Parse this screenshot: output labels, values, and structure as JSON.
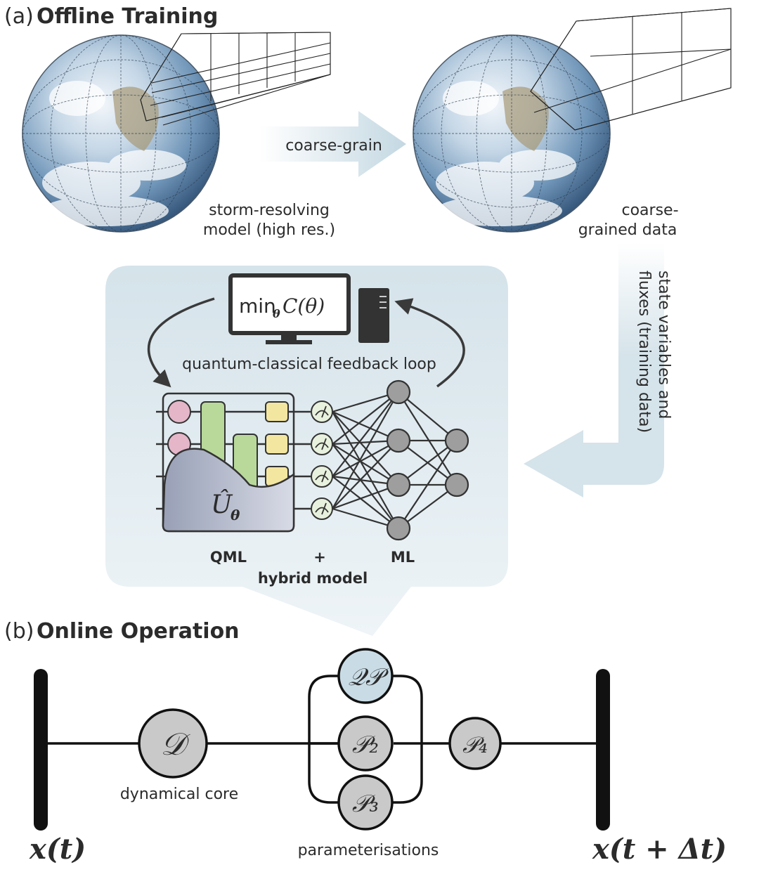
{
  "panel_a": {
    "letter": "(a)",
    "title": "Offline Training",
    "left_globe_label_1": "storm-resolving",
    "left_globe_label_2": "model (high res.)",
    "arrow_label": "coarse-grain",
    "right_globe_label_1": "coarse-",
    "right_globe_label_2": "grained data",
    "side_label_1": "state variables and",
    "side_label_2": "fluxes (training data)",
    "cost_prefix": "min",
    "cost_sub": "θ",
    "cost_body": "C(θ)",
    "loop_label": "quantum-classical feedback loop",
    "unitary": "Û",
    "unitary_sub": "θ",
    "qml_label": "QML",
    "plus_label": "+",
    "ml_label": "ML",
    "hybrid_label": "hybrid model"
  },
  "panel_b": {
    "letter": "(b)",
    "title": "Online Operation",
    "node_d": "𝒟",
    "node_qp": "𝒬𝒫",
    "node_p2": "𝒫₂",
    "node_p3": "𝒫₃",
    "node_p4": "𝒫₄",
    "dyn_core_label": "dynamical core",
    "param_label": "parameterisations",
    "x_t": "x(t)",
    "x_t_dt": "x(t + Δt)"
  },
  "colors": {
    "panel_bg": "#d5e3ea",
    "node_grey": "#c9c9c9",
    "node_qp": "#c9dce6",
    "gate_pink": "#e4b6c8",
    "gate_green": "#b8d99a",
    "gate_yellow": "#f3e6a0",
    "unitary_fill": "#9ea6ba"
  }
}
